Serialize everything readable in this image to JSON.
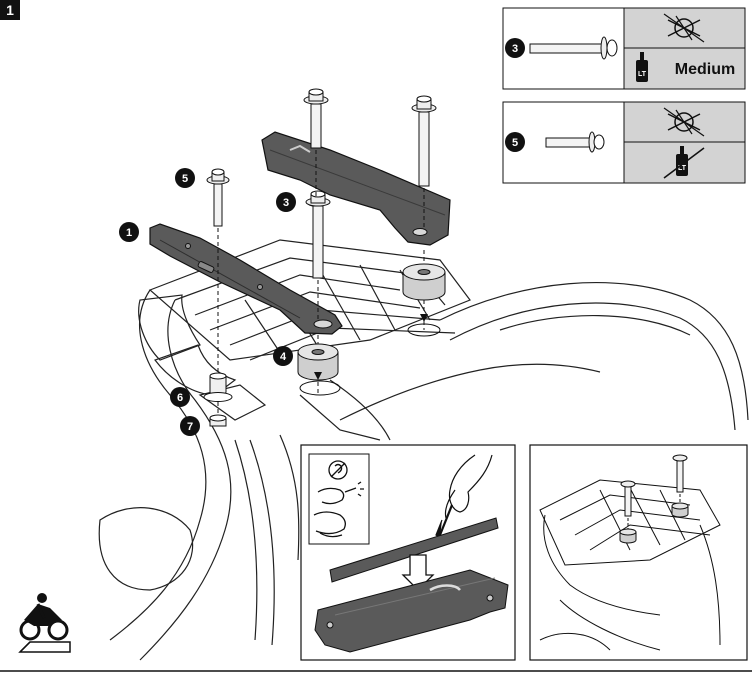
{
  "step_number": "1",
  "legend": {
    "box_a": {
      "part_ref": "3",
      "torque_icon": "torque-wrench-crossed-icon",
      "threadlock_icon": "threadlocker-bottle-icon",
      "threadlock_strength": "Medium",
      "bottle_label": "LT"
    },
    "box_b": {
      "part_ref": "5",
      "torque_icon": "torque-wrench-crossed-icon",
      "threadlock_icon": "threadlocker-bottle-crossed-icon",
      "bottle_label": "LT"
    }
  },
  "callouts": [
    "1",
    "3",
    "4",
    "5",
    "6",
    "7"
  ],
  "panel_icons": {
    "clean": "no-grease-spray-icon",
    "motorcycle": "motorcycle-on-stand-icon"
  },
  "colors": {
    "part_fill": "#5a5a5a",
    "spacer_fill": "#cfcfcf",
    "legend_gray": "#d3d3d3",
    "line": "#111111"
  }
}
